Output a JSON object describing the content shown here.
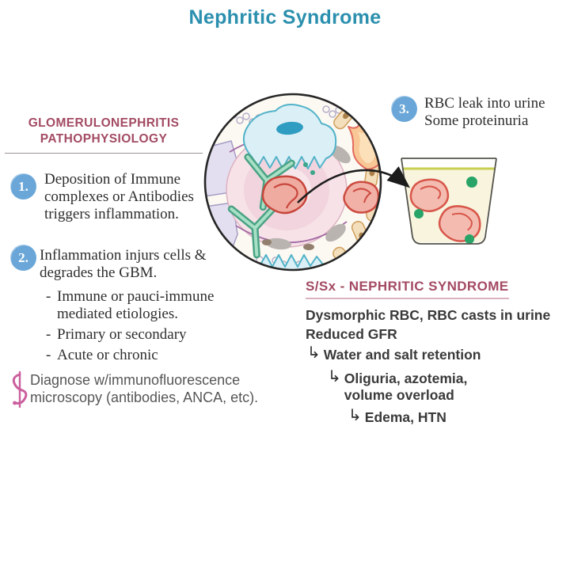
{
  "title": "Nephritic Syndrome",
  "colors": {
    "title_teal": "#2b8fae",
    "heading_maroon": "#a34b63",
    "badge_blue": "#6aa7d8",
    "body_text": "#2e2e2e",
    "note_gray": "#565656",
    "sx_underline_pink": "#dcb2c0",
    "rbc_red": "#c7463c",
    "antibody_green": "#4aa385",
    "urine_yellow": "#c9cf52",
    "protein_green": "#29a468"
  },
  "icons": {
    "branch_arrow": "↳",
    "dash_bullet": "-",
    "note_icon": "asclepius-staff-icon"
  },
  "left_panel": {
    "heading": "GLOMERULONEPHRITIS PATHOPHYSIOLOGY",
    "step1": {
      "number": "1.",
      "text": "Deposition of Immune complexes or Antibodies triggers inflammation."
    },
    "step2": {
      "number": "2.",
      "text": "Inflammation injurs cells & degrades the GBM.",
      "subitems": [
        "Immune or pauci-immune mediated etiologies.",
        "Primary or secondary",
        "Acute or chronic"
      ]
    },
    "note": "Diagnose w/immunofluorescence microscopy (antibodies, ANCA, etc)."
  },
  "step3": {
    "number": "3.",
    "line1": "RBC leak into urine",
    "line2": "Some proteinuria"
  },
  "right_panel": {
    "heading": "S/Sx - NEPHRITIC SYNDROME",
    "findings": [
      "Dysmorphic RBC, RBC casts in urine",
      "Reduced GFR"
    ],
    "cascade": [
      "Water and salt retention",
      "Oliguria, azotemia, volume overload",
      "Edema, HTN"
    ]
  }
}
